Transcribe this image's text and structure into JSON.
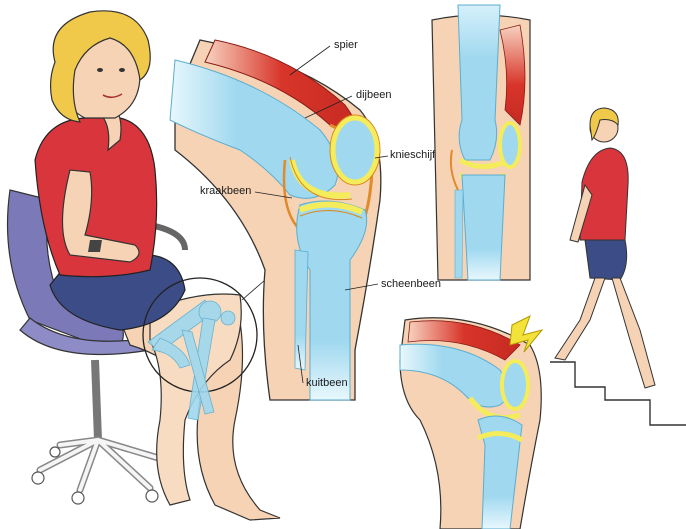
{
  "labels": {
    "muscle": "spier",
    "femur": "dijbeen",
    "patella": "knieschijf",
    "cartilage": "kraakbeen",
    "tibia": "scheenbeen",
    "fibula": "kuitbeen"
  },
  "colors": {
    "bone": "#9fd8ef",
    "bone_light": "#d6f0fb",
    "cartilage": "#f4ec5a",
    "cartilage_edge": "#d88a1a",
    "muscle": "#d8352a",
    "skin": "#f6d3b5",
    "shirt": "#d8363c",
    "shorts": "#3c4c86",
    "hair": "#f1c94a",
    "chair": "#7b79b8",
    "pain_flash": "#f2e23a"
  }
}
